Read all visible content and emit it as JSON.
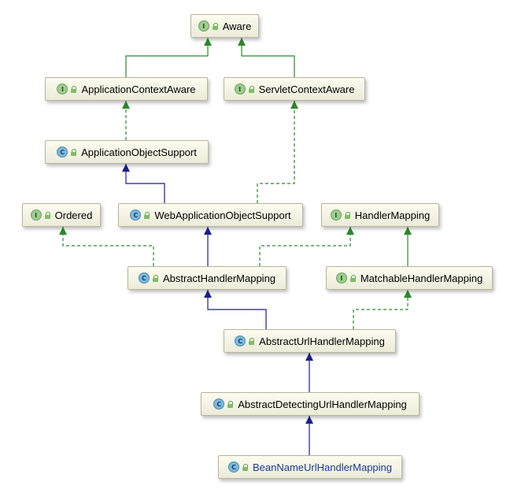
{
  "nodes": {
    "aware": {
      "label": "Aware",
      "kind": "interface",
      "icon": "interface-icon"
    },
    "applicationContextAware": {
      "label": "ApplicationContextAware",
      "kind": "interface",
      "icon": "interface-icon"
    },
    "servletContextAware": {
      "label": "ServletContextAware",
      "kind": "interface",
      "icon": "interface-icon"
    },
    "applicationObjectSupport": {
      "label": "ApplicationObjectSupport",
      "kind": "class",
      "icon": "abstract-class-icon"
    },
    "ordered": {
      "label": "Ordered",
      "kind": "interface",
      "icon": "interface-icon"
    },
    "webApplicationObjectSupport": {
      "label": "WebApplicationObjectSupport",
      "kind": "class",
      "icon": "abstract-class-icon"
    },
    "handlerMapping": {
      "label": "HandlerMapping",
      "kind": "interface",
      "icon": "interface-icon"
    },
    "abstractHandlerMapping": {
      "label": "AbstractHandlerMapping",
      "kind": "class",
      "icon": "abstract-class-icon"
    },
    "matchableHandlerMapping": {
      "label": "MatchableHandlerMapping",
      "kind": "interface",
      "icon": "interface-icon"
    },
    "abstractUrlHandlerMapping": {
      "label": "AbstractUrlHandlerMapping",
      "kind": "class",
      "icon": "abstract-class-icon"
    },
    "abstractDetectingUrlHandlerMapping": {
      "label": "AbstractDetectingUrlHandlerMapping",
      "kind": "class",
      "icon": "abstract-class-icon"
    },
    "beanNameUrlHandlerMapping": {
      "label": "BeanNameUrlHandlerMapping",
      "kind": "class",
      "icon": "class-icon",
      "selected": true
    }
  },
  "badges": {
    "interface": "I",
    "class": "C"
  },
  "colors": {
    "extends_line": "#1a1f8f",
    "implements_line": "#2a8a2a",
    "interface_extends_line": "#2a8a2a",
    "selected_text": "#1b3b98"
  },
  "edges": [
    {
      "from": "applicationContextAware",
      "to": "aware",
      "type": "interface-extends"
    },
    {
      "from": "servletContextAware",
      "to": "aware",
      "type": "interface-extends"
    },
    {
      "from": "applicationObjectSupport",
      "to": "applicationContextAware",
      "type": "implements"
    },
    {
      "from": "webApplicationObjectSupport",
      "to": "applicationObjectSupport",
      "type": "extends"
    },
    {
      "from": "webApplicationObjectSupport",
      "to": "servletContextAware",
      "type": "implements"
    },
    {
      "from": "abstractHandlerMapping",
      "to": "ordered",
      "type": "implements"
    },
    {
      "from": "abstractHandlerMapping",
      "to": "webApplicationObjectSupport",
      "type": "extends"
    },
    {
      "from": "abstractHandlerMapping",
      "to": "handlerMapping",
      "type": "implements"
    },
    {
      "from": "matchableHandlerMapping",
      "to": "handlerMapping",
      "type": "interface-extends"
    },
    {
      "from": "abstractUrlHandlerMapping",
      "to": "abstractHandlerMapping",
      "type": "extends"
    },
    {
      "from": "abstractUrlHandlerMapping",
      "to": "matchableHandlerMapping",
      "type": "implements"
    },
    {
      "from": "abstractDetectingUrlHandlerMapping",
      "to": "abstractUrlHandlerMapping",
      "type": "extends"
    },
    {
      "from": "beanNameUrlHandlerMapping",
      "to": "abstractDetectingUrlHandlerMapping",
      "type": "extends"
    }
  ]
}
